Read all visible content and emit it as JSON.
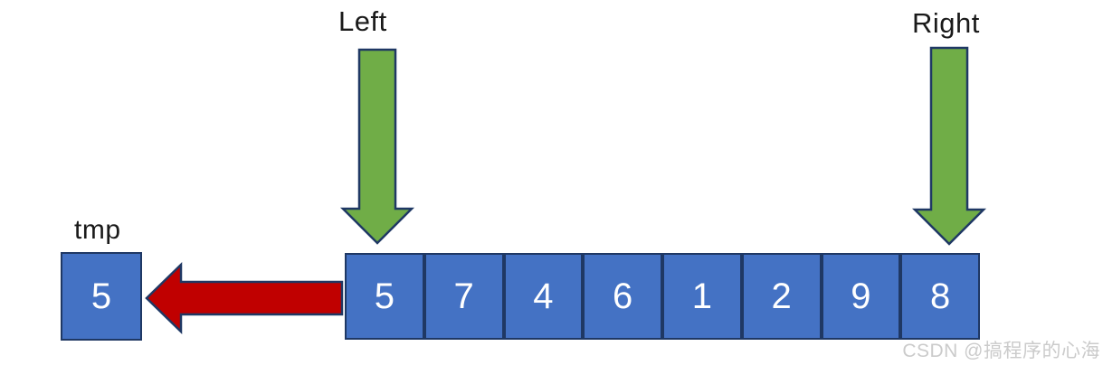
{
  "pointers": {
    "left_label": "Left",
    "right_label": "Right"
  },
  "tmp": {
    "label": "tmp",
    "value": "5"
  },
  "array": {
    "values": [
      "5",
      "7",
      "4",
      "6",
      "1",
      "2",
      "9",
      "8"
    ]
  },
  "watermark": {
    "text": "CSDN @搞程序的心海"
  },
  "colors": {
    "box_fill": "#4472C4",
    "box_border": "#1F3864",
    "arrow_green": "#70AD47",
    "arrow_red": "#C00000",
    "label_text": "#1A1A1A",
    "box_text": "#FFFFFF",
    "watermark_text": "#CBCBCB"
  }
}
